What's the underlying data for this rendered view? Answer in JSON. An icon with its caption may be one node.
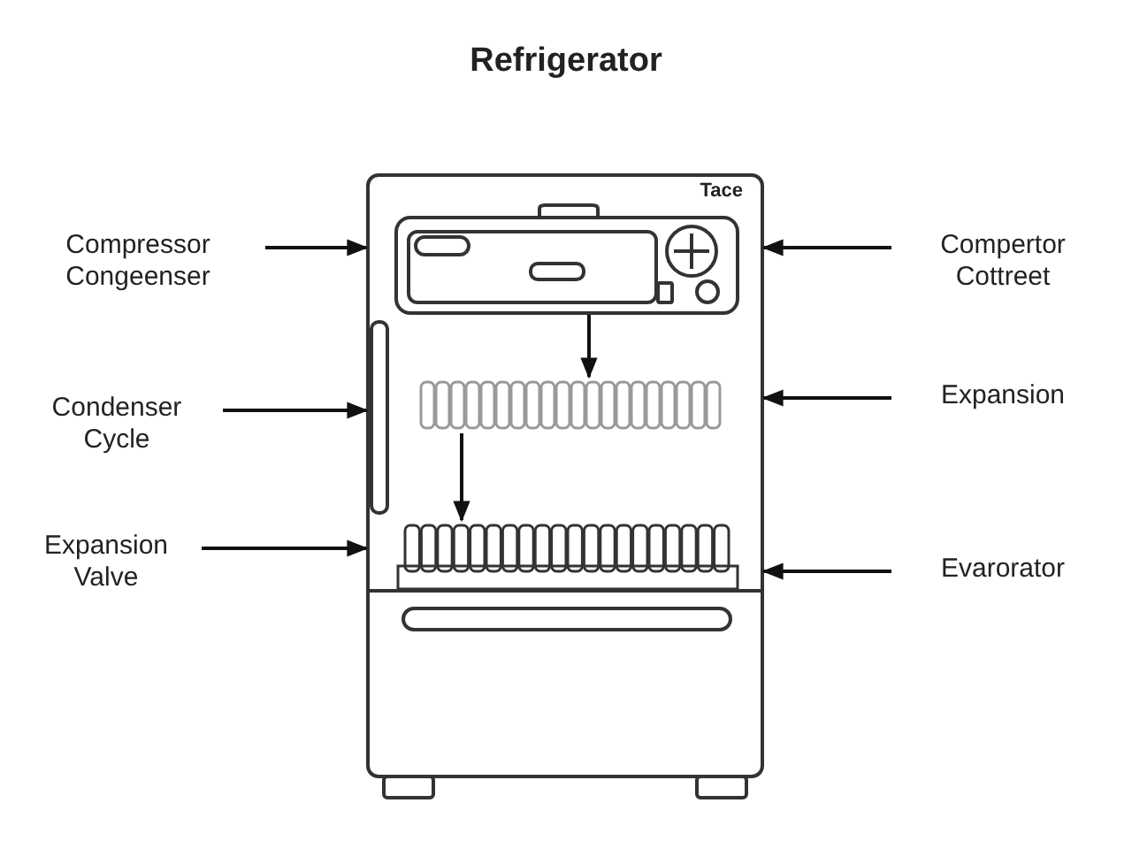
{
  "diagram": {
    "title": "Refrigerator",
    "nodes": [
      {
        "text": [
          "Tace"
        ]
      },
      {
        "text": [],
        "shape": "box",
        "in": 0
      },
      {
        "text": [],
        "shape": "bar",
        "in": 0
      },
      {
        "text": [],
        "shape": "bar",
        "in": 0
      },
      {
        "text": [
          "Compressor Congeenser"
        ]
      },
      {
        "text": [
          "Compertor Cottreet"
        ]
      },
      {
        "text": [
          "Condenser Cycle"
        ]
      },
      {
        "text": [
          "Expansion"
        ]
      },
      {
        "text": [
          "Expansion Valve"
        ]
      },
      {
        "text": [
          "Evarorator"
        ]
      }
    ],
    "edges": [
      {
        "from": 4,
        "to": 0,
        "arrow": "to"
      },
      {
        "from": 5,
        "to": 0,
        "arrow": "to"
      },
      {
        "from": 6,
        "to": 0,
        "arrow": "to"
      },
      {
        "from": 7,
        "to": 0,
        "arrow": "to"
      },
      {
        "from": 8,
        "to": 0,
        "arrow": "to"
      },
      {
        "from": 9,
        "to": 0,
        "arrow": "to"
      },
      {
        "from": 1,
        "to": 2,
        "arrow": "to"
      },
      {
        "from": 2,
        "to": 3,
        "arrow": "to"
      }
    ]
  }
}
